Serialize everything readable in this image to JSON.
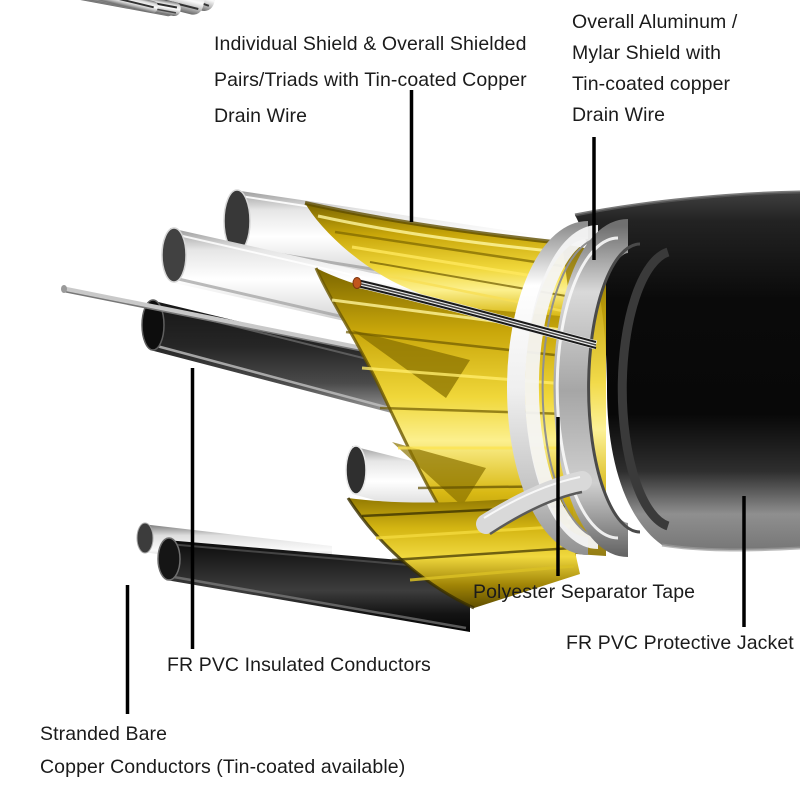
{
  "diagram": {
    "background": "#ffffff",
    "labels": {
      "individual_shield": {
        "lines": [
          "Individual Shield & Overall Shielded",
          "Pairs/Triads with Tin-coated Copper",
          "Drain Wire"
        ]
      },
      "overall_shield": {
        "lines": [
          "Overall Aluminum /",
          "Mylar Shield with",
          "Tin-coated copper",
          "Drain Wire"
        ]
      },
      "separator_tape": {
        "lines": [
          "Polyester Separator Tape"
        ]
      },
      "protective_jacket": {
        "lines": [
          "FR PVC Protective Jacket"
        ]
      },
      "insulated_conductors": {
        "lines": [
          "FR PVC Insulated Conductors"
        ]
      },
      "stranded_copper": {
        "lines": [
          "Stranded Bare",
          "Copper Conductors (Tin-coated available)"
        ]
      }
    },
    "colors": {
      "text": "#1b1b1b",
      "leader_line": "#000000",
      "jacket": "#0d0d0d",
      "foil_gold": "#e6c619",
      "foil_highlight": "#fff59a",
      "separator_tape": "#ededed",
      "aluminum_shield": "#b8b8b8",
      "copper": "#b5521f",
      "tinned_strand": "#d8d8d8",
      "white_insulation": "#fafafa"
    }
  }
}
